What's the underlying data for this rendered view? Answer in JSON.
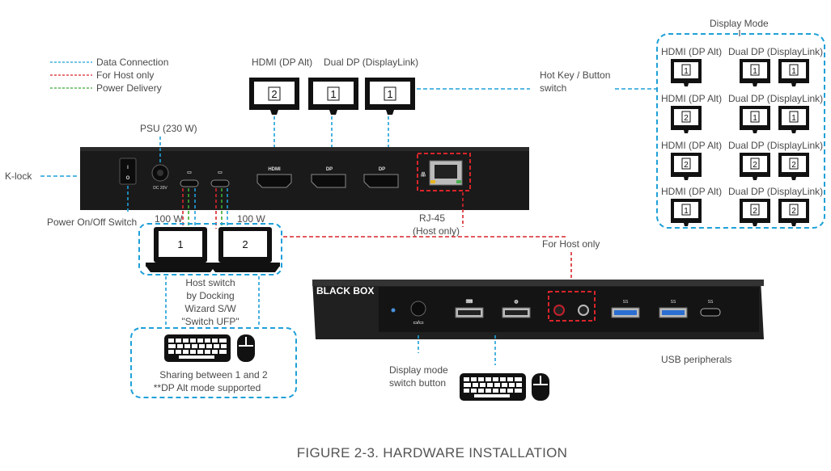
{
  "legend": {
    "data": "Data Connection",
    "host": "For Host only",
    "power": "Power Delivery",
    "colors": {
      "data": "#1ea0d8",
      "host": "#d9252b",
      "power": "#3aaa35"
    }
  },
  "labels": {
    "klock": "K-lock",
    "psu": "PSU (230 W)",
    "power_switch": "Power On/Off Switch",
    "watt1": "100 W",
    "watt2": "100 W",
    "hdmi_dpalt": "HDMI (DP Alt)",
    "dual_dp": "Dual DP (DisplayLink)",
    "hotkey": "Hot Key / Button",
    "hotkey2": "switch",
    "rj45": "RJ-45",
    "rj45_2": "(Host only)",
    "for_host_only": "For Host only",
    "host_switch": [
      "Host switch",
      "by Docking",
      "Wizard S/W",
      "\"Switch UFP\""
    ],
    "sharing": "Sharing between 1 and 2",
    "dp_alt_supported": "**DP Alt mode supported",
    "display_switch": [
      "Display mode",
      "switch button"
    ],
    "usb_peripherals": "USB peripherals",
    "display_mode": "Display Mode",
    "caption": "FIGURE 2-3. HARDWARE INSTALLATION"
  },
  "top_monitors": [
    "2",
    "1",
    "1"
  ],
  "laptops": [
    "1",
    "2"
  ],
  "display_modes": [
    {
      "hdmi_label": "HDMI (DP Alt)",
      "dp_label": "Dual DP (DisplayLink)",
      "hdmi": "1",
      "dp1": "1",
      "dp2": "1"
    },
    {
      "hdmi_label": "HDMI (DP Alt)",
      "dp_label": "Dual DP (DisplayLink)",
      "hdmi": "2",
      "dp1": "1",
      "dp2": "1"
    },
    {
      "hdmi_label": "HDMI (DP Alt)",
      "dp_label": "Dual DP (DisplayLink)",
      "hdmi": "2",
      "dp1": "2",
      "dp2": "2"
    },
    {
      "hdmi_label": "HDMI (DP Alt)",
      "dp_label": "Dual DP (DisplayLink)",
      "hdmi": "1",
      "dp1": "2",
      "dp2": "2"
    }
  ],
  "device_back": {
    "switch_on": "I",
    "switch_off": "O",
    "dc": "DC 20V",
    "hdmi": "HDMI",
    "dp1": "DP",
    "dp2": "DP"
  },
  "device_front": {
    "brand": "BLACK BOX"
  },
  "icons": {
    "monitor": "monitor-icon",
    "laptop": "laptop-icon",
    "keyboard": "keyboard-icon",
    "mouse": "mouse-icon"
  }
}
